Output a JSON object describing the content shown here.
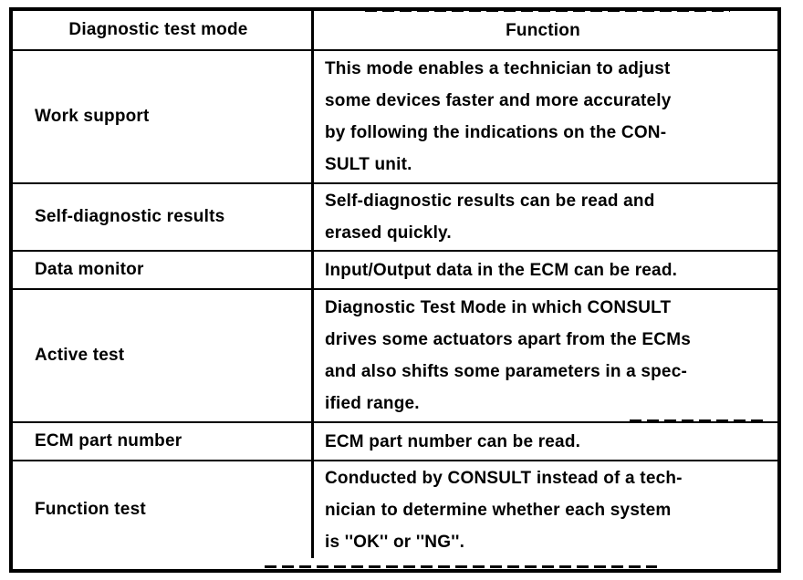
{
  "colors": {
    "ink": "#000000",
    "paper": "#ffffff"
  },
  "table": {
    "headers": {
      "mode": "Diagnostic test mode",
      "function": "Function"
    },
    "rows": [
      {
        "mode": "Work support",
        "function": "This mode enables a technician to adjust\nsome devices faster and more accurately\nby following the indications on the CON-\nSULT unit."
      },
      {
        "mode": "Self-diagnostic results",
        "function": "Self-diagnostic results can be read and\nerased quickly."
      },
      {
        "mode": "Data monitor",
        "function": "Input/Output data in the ECM can be read."
      },
      {
        "mode": "Active test",
        "function": "Diagnostic Test Mode in which CONSULT\ndrives some actuators apart from the ECMs\nand also shifts some parameters in a spec-\nified range."
      },
      {
        "mode": "ECM part number",
        "function": "ECM part number can be read."
      },
      {
        "mode": "Function test",
        "function": "Conducted by CONSULT instead of a tech-\nnician to determine whether each system\nis ''OK'' or ''NG''."
      }
    ]
  }
}
